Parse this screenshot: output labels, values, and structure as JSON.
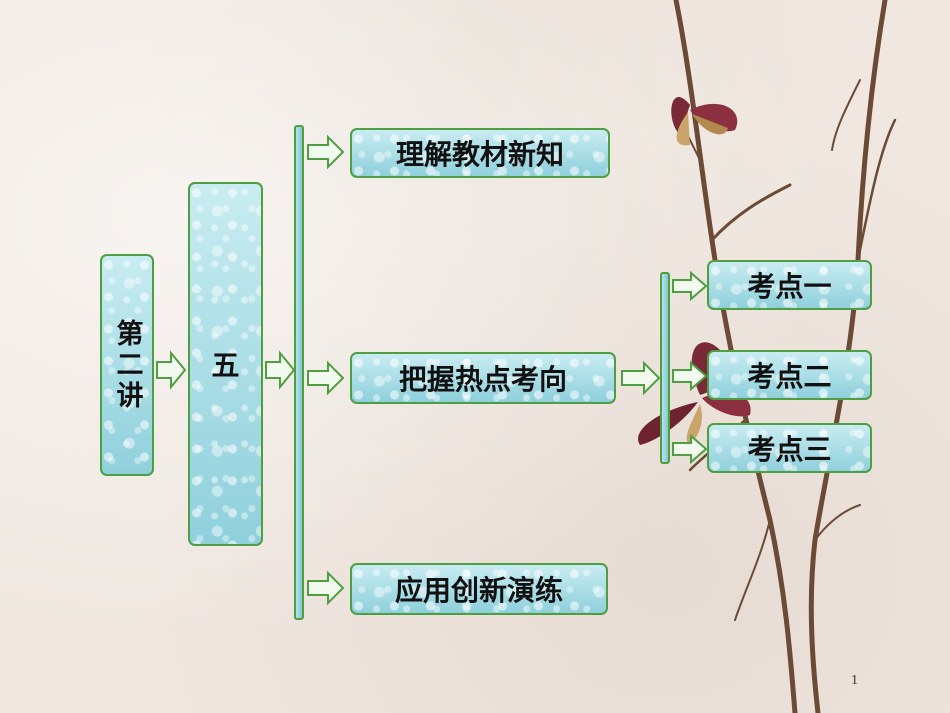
{
  "lecture": {
    "label": "第二讲"
  },
  "section": {
    "label": "五"
  },
  "branches": [
    {
      "label": "理解教材新知"
    },
    {
      "label": "把握热点考向"
    },
    {
      "label": "应用创新演练"
    }
  ],
  "points": [
    {
      "label": "考点一"
    },
    {
      "label": "考点二"
    },
    {
      "label": "考点三"
    }
  ],
  "page_number": "1",
  "colors": {
    "border": "#4f9e42",
    "fill": "#9dd6df",
    "text": "#111111"
  }
}
